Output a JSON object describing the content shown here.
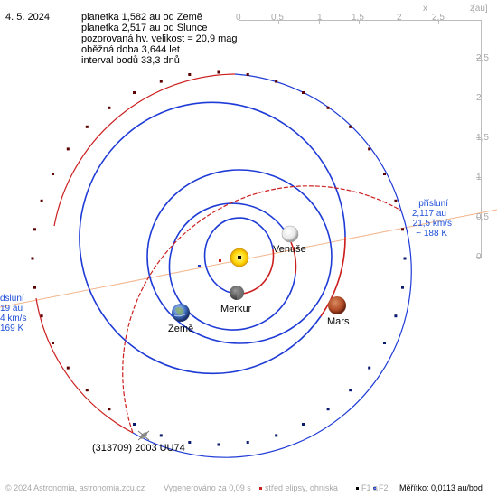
{
  "date": "4. 5. 2024",
  "info_lines": [
    "planetka 1,582 au od Země",
    "planetka 2,517 au od Slunce",
    "pozorovaná hv. velikost = 20,9 mag",
    "oběžná doba 3,644 let",
    "interval bodů 33,3 dnů"
  ],
  "axes": {
    "unit": "[au]",
    "x_tick_labels": [
      "0",
      "0,5",
      "1",
      "1,5",
      "2",
      "2,5"
    ],
    "x_letter": "x",
    "z_letter": "z",
    "z_tick_labels": [
      "2,5",
      "2",
      "1,5",
      "1",
      "0,5",
      "0"
    ]
  },
  "perihelion": {
    "title": "přísluní",
    "distance": "2,117 au",
    "speed": "21,5 km/s",
    "temperature": "~ 188 K"
  },
  "aphelion": {
    "title": "dsluní",
    "distance": "19 au",
    "speed": "4 km/s",
    "temperature": "169 K"
  },
  "bodies": {
    "venus": "Venuše",
    "mercury": "Merkur",
    "mars": "Mars",
    "earth": "Země",
    "asteroid": "(313709) 2003 UU74"
  },
  "footer": {
    "copyright": "© 2024 Astronomia, astronomia.zcu.cz",
    "generated": "Vygenerováno za 0,09 s",
    "legend_center": "střed elipsy, ohniska",
    "legend_f1": "F1 a",
    "legend_f2": "F2",
    "scale": "Měřítko: 0,0113 au/bod"
  },
  "colors": {
    "orbit_blue": "#1f3bd6",
    "orbit_red": "#cc1f1f",
    "axis_gray": "#bdbdbd",
    "apsis_line": "#f2b48a",
    "label_blue": "#1d4fd8"
  },
  "icons": {
    "sun": "sun-icon",
    "venus": "venus-planet-icon",
    "mercury": "mercury-planet-icon",
    "mars": "mars-planet-icon",
    "earth": "earth-planet-icon",
    "asteroid": "asteroid-icon"
  }
}
